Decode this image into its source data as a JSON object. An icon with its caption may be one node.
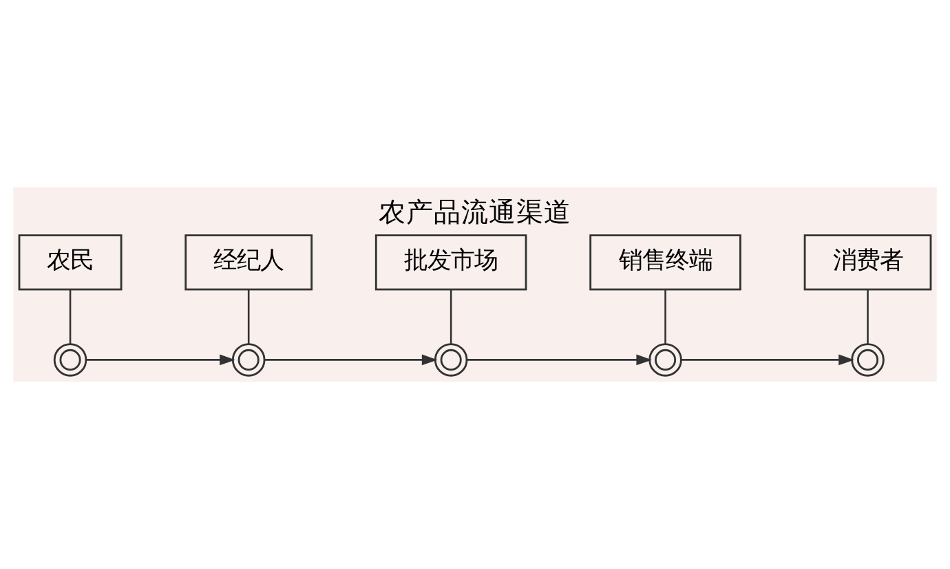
{
  "diagram": {
    "title": "农产品流通渠道",
    "nodes": [
      {
        "text": [
          "农民"
        ]
      },
      {
        "text": [
          "经纪人"
        ]
      },
      {
        "text": [
          "批发市场"
        ]
      },
      {
        "text": [
          "销售终端"
        ]
      },
      {
        "text": [
          "消费者"
        ]
      },
      {
        "text": [],
        "shape": "circle"
      },
      {
        "text": [],
        "shape": "circle"
      },
      {
        "text": [],
        "shape": "circle"
      },
      {
        "text": [],
        "shape": "circle"
      },
      {
        "text": [],
        "shape": "circle"
      }
    ],
    "edges": [
      {
        "from": 5,
        "to": 6,
        "arrow": "to"
      },
      {
        "from": 6,
        "to": 7,
        "arrow": "to"
      },
      {
        "from": 7,
        "to": 8,
        "arrow": "to"
      },
      {
        "from": 8,
        "to": 9,
        "arrow": "to"
      },
      {
        "from": 0,
        "to": 5,
        "arrow": "none"
      },
      {
        "from": 1,
        "to": 6,
        "arrow": "none"
      },
      {
        "from": 2,
        "to": 7,
        "arrow": "none"
      },
      {
        "from": 3,
        "to": 8,
        "arrow": "none"
      },
      {
        "from": 4,
        "to": 9,
        "arrow": "none"
      }
    ]
  }
}
